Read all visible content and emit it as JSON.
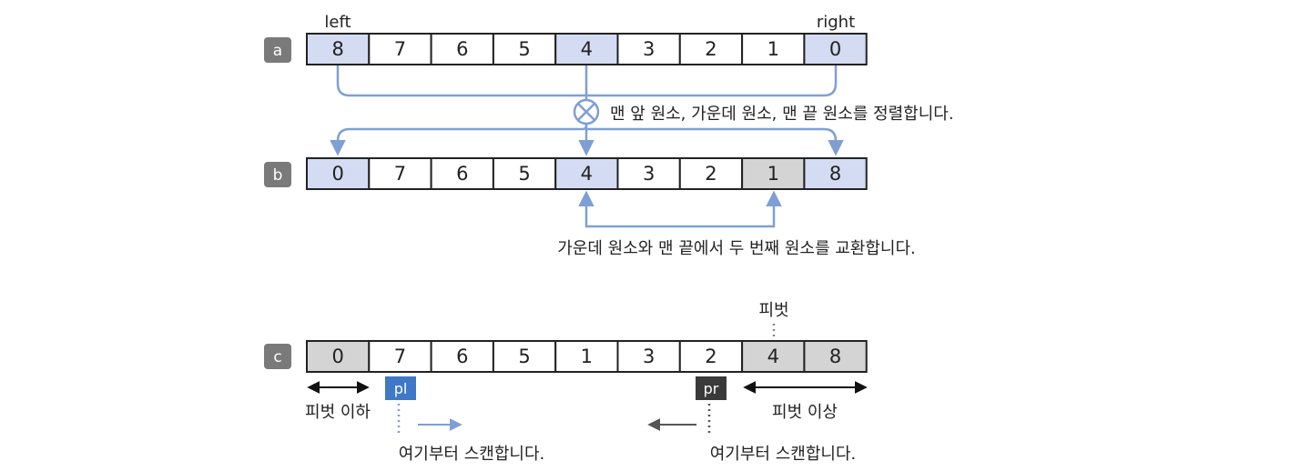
{
  "colors": {
    "blue_fill": "#d3dcf2",
    "gray_fill": "#d4d4d4",
    "white_fill": "#ffffff",
    "border": "#222222",
    "connector_blue": "#7f9fd4",
    "badge_gray": "#7a7a7a",
    "pl_blue": "#3f78c6",
    "pr_dark": "#3a3a3a",
    "black_arrow": "#111111",
    "gray_arrow": "#555555"
  },
  "rows": [
    {
      "badge": "a",
      "cells": [
        {
          "v": "8",
          "fill": "blue"
        },
        {
          "v": "7",
          "fill": "white"
        },
        {
          "v": "6",
          "fill": "white"
        },
        {
          "v": "5",
          "fill": "white"
        },
        {
          "v": "4",
          "fill": "blue"
        },
        {
          "v": "3",
          "fill": "white"
        },
        {
          "v": "2",
          "fill": "white"
        },
        {
          "v": "1",
          "fill": "white"
        },
        {
          "v": "0",
          "fill": "blue"
        }
      ]
    },
    {
      "badge": "b",
      "cells": [
        {
          "v": "0",
          "fill": "blue"
        },
        {
          "v": "7",
          "fill": "white"
        },
        {
          "v": "6",
          "fill": "white"
        },
        {
          "v": "5",
          "fill": "white"
        },
        {
          "v": "4",
          "fill": "blue"
        },
        {
          "v": "3",
          "fill": "white"
        },
        {
          "v": "2",
          "fill": "white"
        },
        {
          "v": "1",
          "fill": "gray"
        },
        {
          "v": "8",
          "fill": "blue"
        }
      ]
    },
    {
      "badge": "c",
      "cells": [
        {
          "v": "0",
          "fill": "gray"
        },
        {
          "v": "7",
          "fill": "white"
        },
        {
          "v": "6",
          "fill": "white"
        },
        {
          "v": "5",
          "fill": "white"
        },
        {
          "v": "1",
          "fill": "white"
        },
        {
          "v": "3",
          "fill": "white"
        },
        {
          "v": "2",
          "fill": "white"
        },
        {
          "v": "4",
          "fill": "gray"
        },
        {
          "v": "8",
          "fill": "gray"
        }
      ]
    }
  ],
  "labels": {
    "left": "left",
    "right": "right",
    "sort_note": "맨 앞 원소, 가운데 원소, 맨 끝 원소를 정렬합니다.",
    "swap_note": "가운데 원소와 맨 끝에서 두 번째 원소를 교환합니다.",
    "pivot": "피벗",
    "below_pivot": "피벗 이하",
    "above_pivot": "피벗 이상",
    "pl": "pl",
    "pr": "pr",
    "scan_from_left": "여기부터 스캔합니다.",
    "scan_from_right": "여기부터 스캔합니다."
  }
}
